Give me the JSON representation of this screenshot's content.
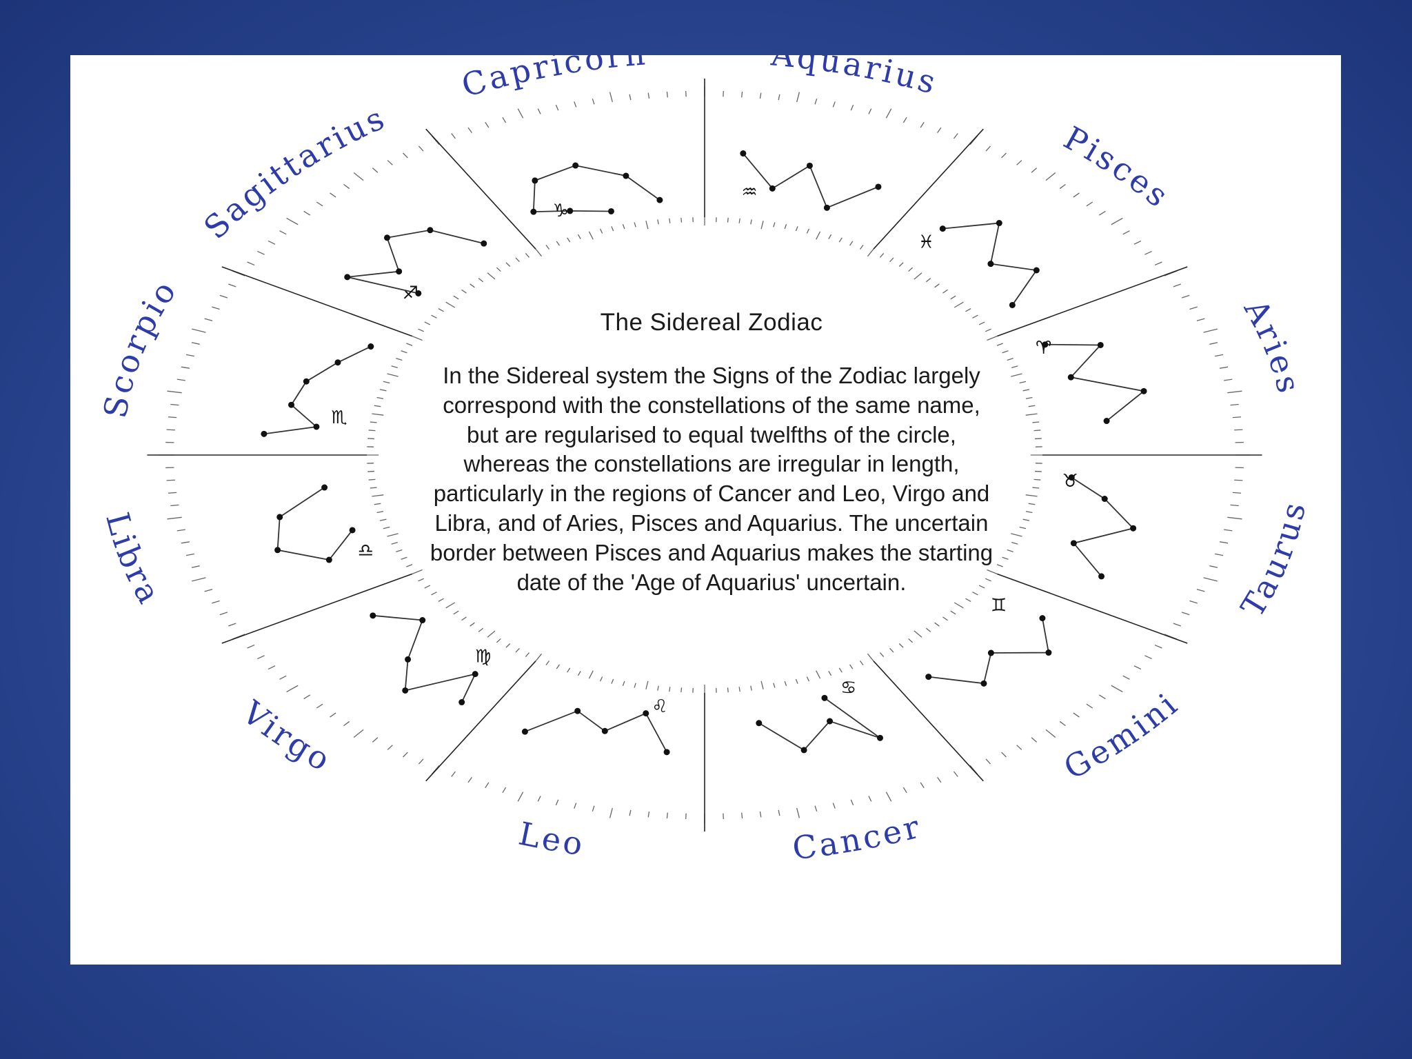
{
  "diagram": {
    "title": "The Sidereal Zodiac",
    "body": "In the Sidereal system  the Signs of the Zodiac largely correspond with the constellations of the same name, but are regularised to equal twelfths of the circle, whereas the constellations are irregular in length, particularly in the regions of Cancer and Leo, Virgo and Libra, and of Aries, Pisces and Aquarius.  The uncertain border between Pisces and Aquarius makes the starting date of the 'Age of Aquarius' uncertain.",
    "signs": [
      "Capricorn",
      "Sagittarius",
      "Scorpio",
      "Libra",
      "Virgo",
      "Leo",
      "Cancer",
      "Gemini",
      "Taurus",
      "Aries",
      "Pisces",
      "Aquarius"
    ],
    "colors": {
      "label": "#2d3ca8",
      "ink": "#111111",
      "background": "#2e4c97"
    }
  }
}
